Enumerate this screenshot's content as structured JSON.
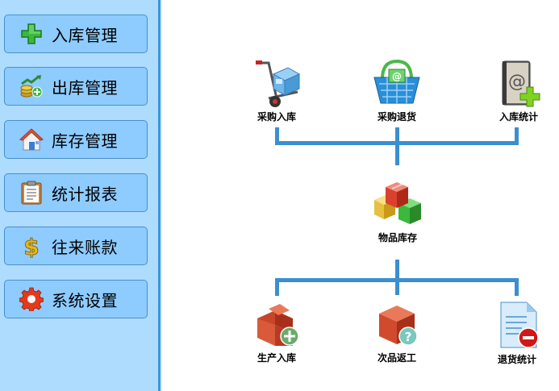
{
  "sidebar": {
    "items": [
      {
        "label": "入库管理",
        "icon": "plus-icon"
      },
      {
        "label": "出库管理",
        "icon": "money-chart-icon"
      },
      {
        "label": "库存管理",
        "icon": "house-icon"
      },
      {
        "label": "统计报表",
        "icon": "clipboard-icon"
      },
      {
        "label": "往来账款",
        "icon": "dollar-icon"
      },
      {
        "label": "系统设置",
        "icon": "gear-icon"
      }
    ]
  },
  "flow": {
    "top": [
      {
        "label": "采购入库",
        "icon": "hand-truck-icon"
      },
      {
        "label": "采购退货",
        "icon": "shopping-basket-icon"
      },
      {
        "label": "入库统计",
        "icon": "address-book-add-icon"
      }
    ],
    "center": {
      "label": "物品库存",
      "icon": "stacked-boxes-icon"
    },
    "bottom": [
      {
        "label": "生产入库",
        "icon": "box-add-icon"
      },
      {
        "label": "次品返工",
        "icon": "box-help-icon"
      },
      {
        "label": "退货统计",
        "icon": "document-remove-icon"
      }
    ]
  },
  "colors": {
    "sidebar_bg": "#aedcff",
    "button_bg": "#8ecbff",
    "button_border": "#4a90c8",
    "connector": "#3a8fd0"
  }
}
